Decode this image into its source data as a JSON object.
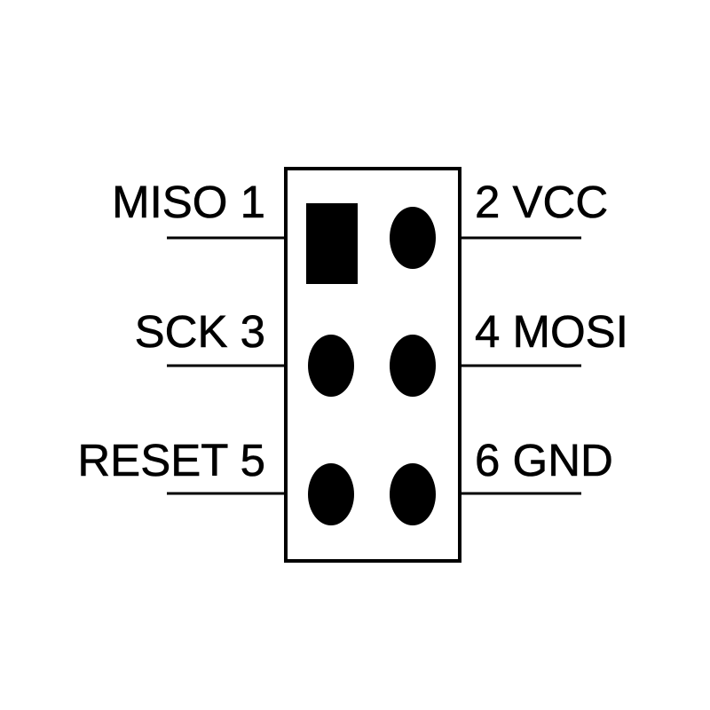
{
  "pins": [
    {
      "number": 1,
      "label": "MISO 1",
      "side": "left",
      "shape": "square"
    },
    {
      "number": 2,
      "label": "2 VCC",
      "side": "right",
      "shape": "oval"
    },
    {
      "number": 3,
      "label": "SCK 3",
      "side": "left",
      "shape": "oval"
    },
    {
      "number": 4,
      "label": "4 MOSI",
      "side": "right",
      "shape": "oval"
    },
    {
      "number": 5,
      "label": "RESET 5",
      "side": "left",
      "shape": "oval"
    },
    {
      "number": 6,
      "label": "6 GND",
      "side": "right",
      "shape": "oval"
    }
  ]
}
